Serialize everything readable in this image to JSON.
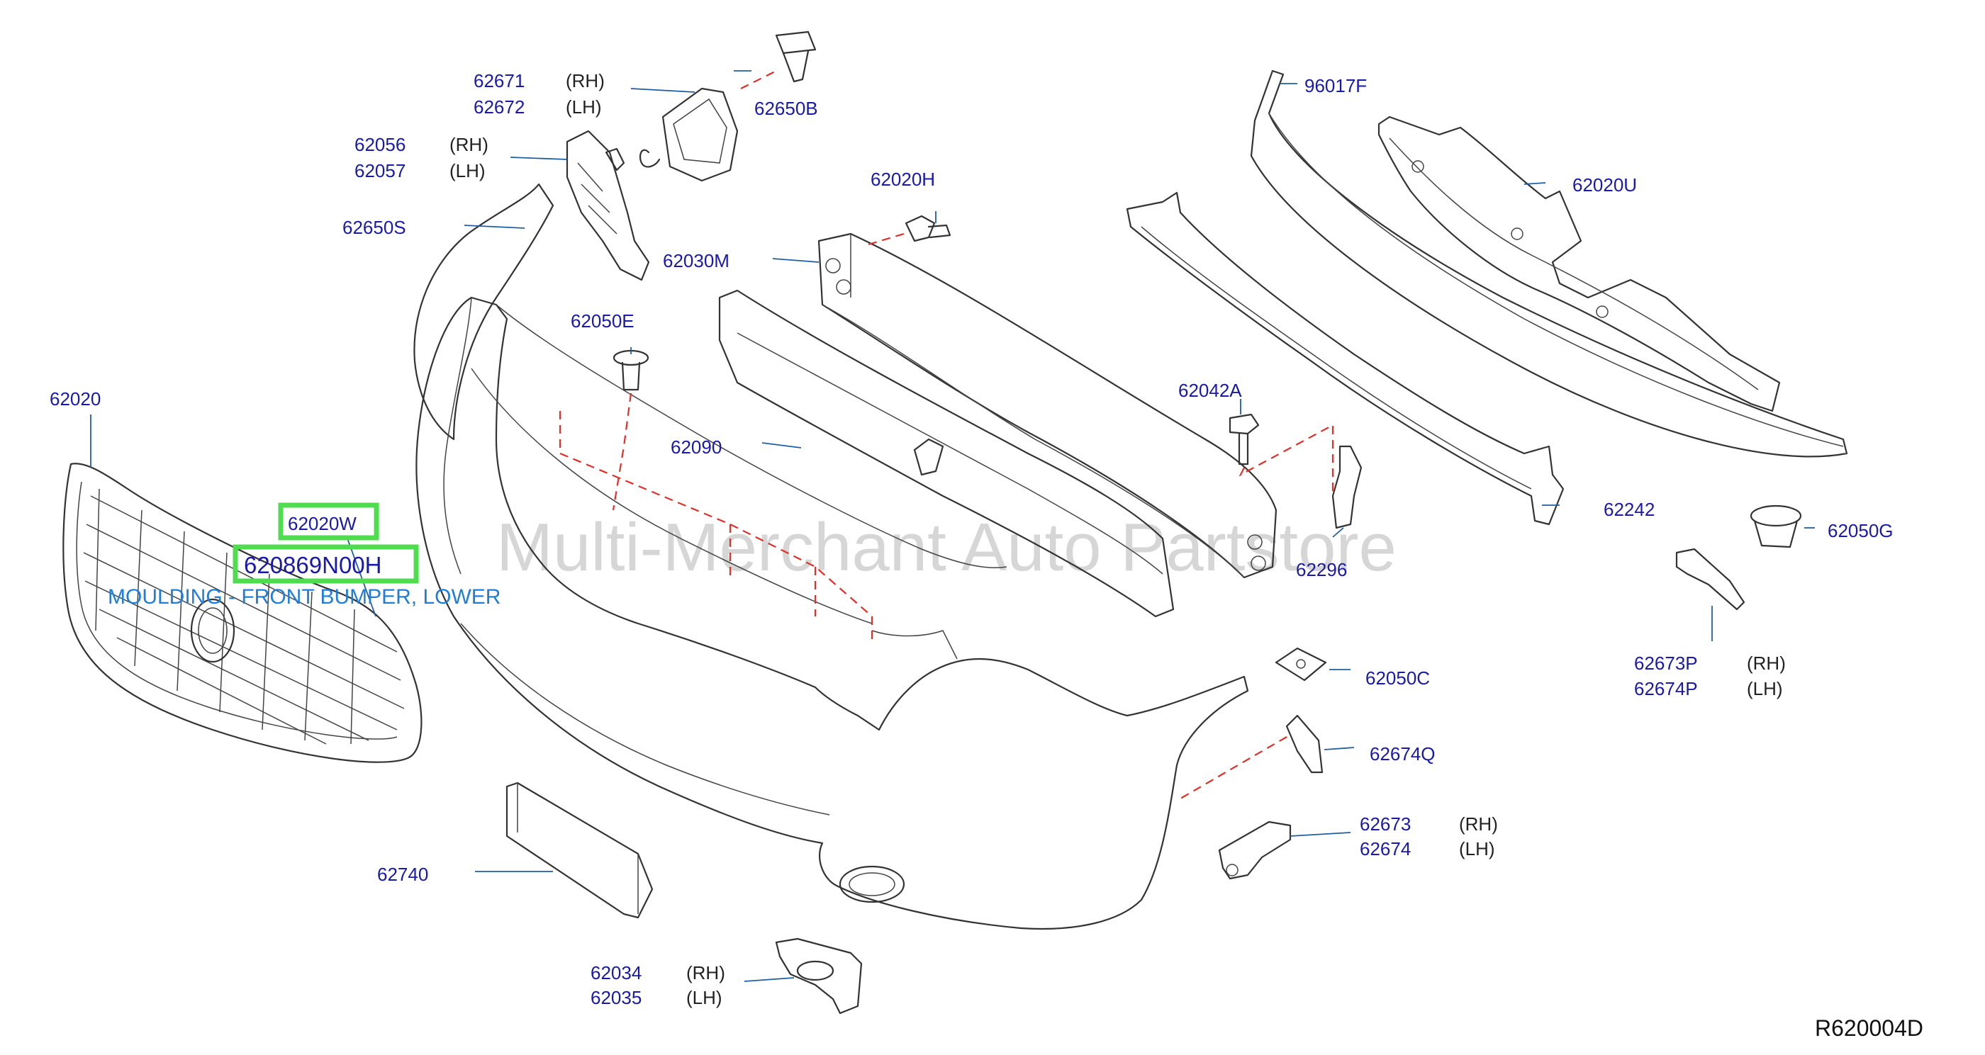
{
  "labels": {
    "p62671": "62671",
    "p62672": "62672",
    "p62650B": "62650B",
    "p62056": "62056",
    "p62057": "62057",
    "p62650S": "62650S",
    "p62020H": "62020H",
    "p62030M": "62030M",
    "p62050E": "62050E",
    "p62090": "62090",
    "p96017F": "96017F",
    "p62020U": "62020U",
    "p62042A": "62042A",
    "p62242": "62242",
    "p62296": "62296",
    "p62050G": "62050G",
    "p62020": "62020",
    "p62020W": "62020W",
    "p620869N00H": "620869N00H",
    "p62673P": "62673P",
    "p62674P": "62674P",
    "p62050C": "62050C",
    "p62674Q": "62674Q",
    "p62673": "62673",
    "p62674": "62674",
    "p62740": "62740",
    "p62034": "62034",
    "p62035": "62035"
  },
  "sides": {
    "rh": "(RH)",
    "lh": "(LH)"
  },
  "description": "MOULDING - FRONT BUMPER, LOWER",
  "watermark": "Multi-Merchant Auto Partstore",
  "diagram_ref": "R620004D",
  "colors": {
    "part_number": "#1a1aa8",
    "highlight": "#4fdc4f",
    "description": "#1f7fd8",
    "dashed_leader": "#e0302a",
    "leader": "#1f5fa0"
  }
}
